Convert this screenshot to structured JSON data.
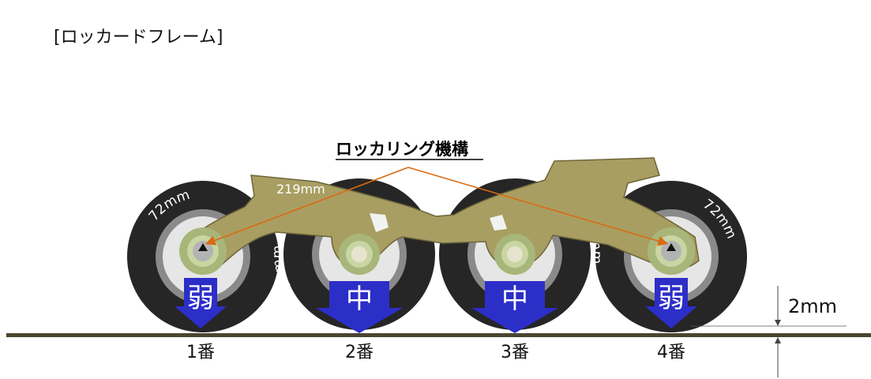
{
  "title": "[ロッカードフレーム]",
  "mechanism": {
    "label": "ロッカリング機構",
    "span_label": "219mm"
  },
  "wheels": [
    {
      "tire_label": "72mm",
      "load_label": "弱",
      "number_label": "1番"
    },
    {
      "tire_label": "72mm",
      "load_label": "中",
      "number_label": "2番"
    },
    {
      "tire_label": "72mm",
      "load_label": "中",
      "number_label": "3番"
    },
    {
      "tire_label": "72mm",
      "load_label": "弱",
      "number_label": "4番"
    }
  ],
  "gap": {
    "label": "2mm"
  },
  "colors": {
    "tire": "#262626",
    "tire_ring": "#8a8a8a",
    "hub": "#e6e6e6",
    "axle_center": "#c9d5a2",
    "axle_outer": "#a8b67a",
    "frame": "#a89e62",
    "frame_outline": "#6d653a",
    "ground": "#4a4630",
    "arrow": "#2c2ec8",
    "callout": "#d96b12",
    "dimension": "#444444"
  }
}
